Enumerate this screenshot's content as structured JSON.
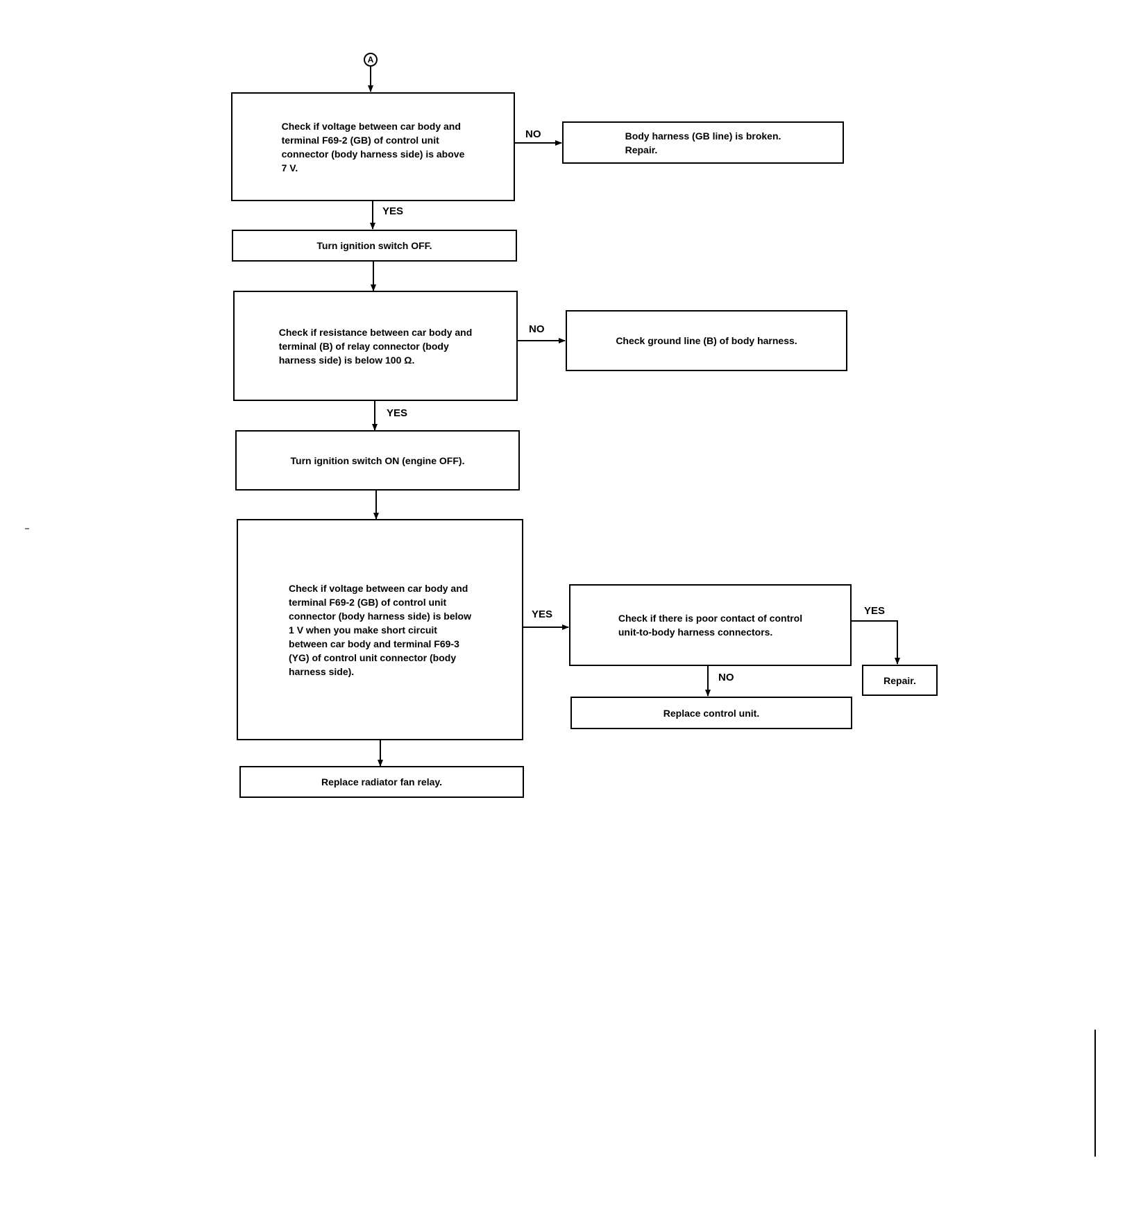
{
  "start_connector": "A",
  "nodes": {
    "check_voltage_above_7v": "Check if voltage between car body and\nterminal F69-2 (GB) of control unit\nconnector (body harness side) is above\n7 V.",
    "gb_line_broken": "Body harness (GB line) is broken.\nRepair.",
    "ignition_off": "Turn ignition switch OFF.",
    "check_resistance": "Check if resistance between car body and\nterminal (B) of relay connector (body\nharness side) is below 100 Ω.",
    "check_ground_line": "Check ground line (B) of body harness.",
    "ignition_on": "Turn ignition switch ON (engine OFF).",
    "check_voltage_below_1v": "Check if voltage between car body and\nterminal F69-2 (GB) of control unit\nconnector (body harness side) is below\n1 V when you make short circuit\nbetween car body and terminal F69-3\n(YG) of control unit connector (body\nharness side).",
    "check_poor_contact": "Check if there is poor contact of control\nunit-to-body harness connectors.",
    "repair": "Repair.",
    "replace_control_unit": "Replace control unit.",
    "replace_fan_relay": "Replace radiator fan relay."
  },
  "branch_labels": {
    "no_1": "NO",
    "yes_1": "YES",
    "no_2": "NO",
    "yes_2": "YES",
    "yes_3": "YES",
    "yes_4": "YES",
    "no_3": "NO"
  }
}
